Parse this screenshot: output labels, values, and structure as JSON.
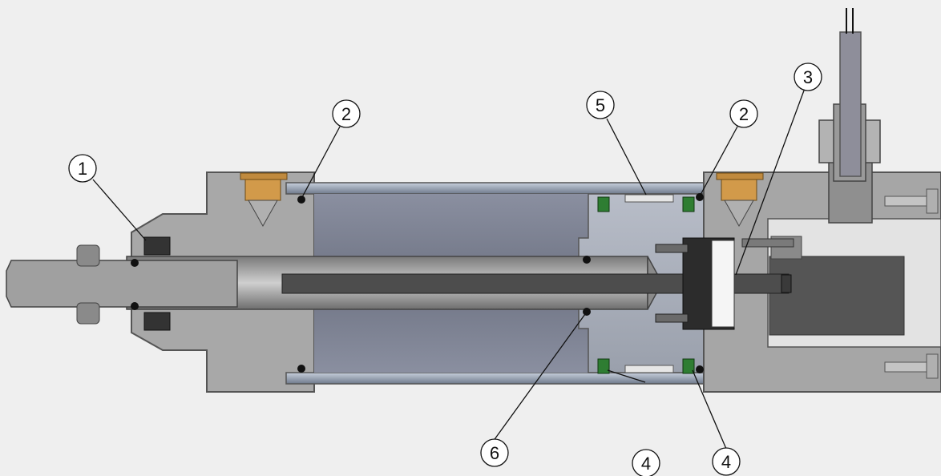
{
  "callouts": [
    {
      "id": "c1",
      "label": "1"
    },
    {
      "id": "c2a",
      "label": "2"
    },
    {
      "id": "c2b",
      "label": "2"
    },
    {
      "id": "c3",
      "label": "3"
    },
    {
      "id": "c4a",
      "label": "4"
    },
    {
      "id": "c4b",
      "label": "4"
    },
    {
      "id": "c5",
      "label": "5"
    },
    {
      "id": "c6",
      "label": "6"
    }
  ],
  "colors": {
    "background": "#efefef",
    "housing": "#a9a9a9",
    "housing_edge": "#5a5a5a",
    "bore": "#7f8490",
    "piston": "#a3a8b3",
    "rod": "#9a9a9a",
    "sensor_rod": "#4d4d4d",
    "seal_green": "#2e7d32",
    "fitting_bronze": "#c08a3e"
  }
}
